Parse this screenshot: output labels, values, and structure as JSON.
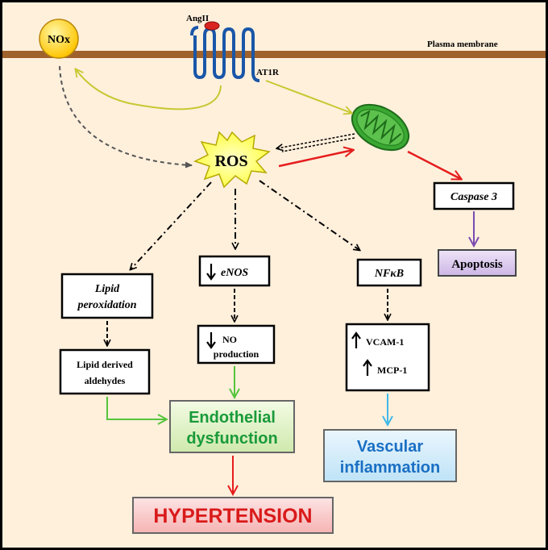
{
  "labels": {
    "membrane": "Plasma membrane",
    "angii": "AngII",
    "at1r": "AT1R",
    "nox": "NOx",
    "ros": "ROS",
    "caspase": "Caspase 3",
    "apoptosis": "Apoptosis",
    "lipid_perox_1": "Lipid",
    "lipid_perox_2": "peroxidation",
    "enos": "eNOS",
    "nfkb": "NFκB",
    "lipid_ald_1": "Lipid derived",
    "lipid_ald_2": "aldehydes",
    "no_prod_1": "NO",
    "no_prod_2": "production",
    "vcam": "VCAM-1",
    "mcp": "MCP-1",
    "endo_1": "Endothelial",
    "endo_2": "dysfunction",
    "vasc_1": "Vascular",
    "vasc_2": "inflammation",
    "hypertension": "HYPERTENSION"
  },
  "colors": {
    "background": "#fff0dc",
    "membrane": "#a0622d",
    "nox": "#ffd700",
    "ros": "#ffff33",
    "mitochondrion": "#3aa832",
    "at1r": "#1a56a8",
    "angii": "#d9241f",
    "red_arrow": "#e51d1d",
    "olive_arrow": "#c8c832",
    "green_arrow": "#55c43c",
    "blue_arrow": "#40b8e8",
    "purple_arrow": "#7a4bb0",
    "endo_text": "#1a9a3a",
    "vasc_text": "#1a6fc4",
    "hyper_text": "#d91a1a"
  }
}
